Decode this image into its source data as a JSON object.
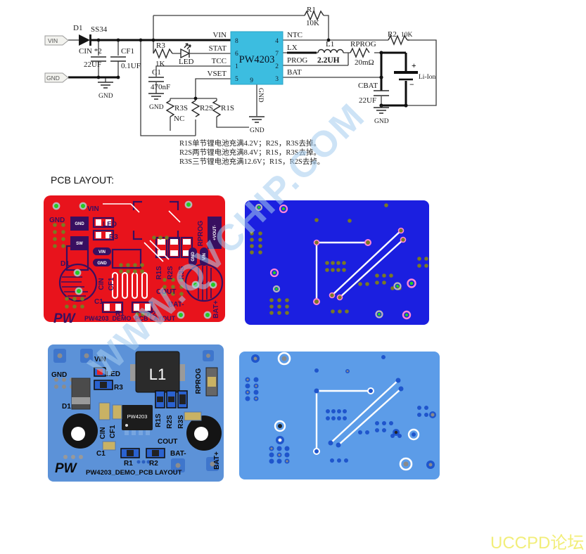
{
  "schematic": {
    "ports": {
      "vin": "VIN",
      "gnd": "GND"
    },
    "gnd_label": "GND",
    "components": {
      "d1": {
        "ref": "D1",
        "part": "SS34"
      },
      "cin": {
        "ref": "CIN *2",
        "value": "22UF"
      },
      "cf1": {
        "ref": "CF1",
        "value": "0.1UF"
      },
      "r1": {
        "ref": "R1",
        "value": "10K"
      },
      "r2": {
        "ref": "R2",
        "value": "10K"
      },
      "r3": {
        "ref": "R3",
        "value": "1K"
      },
      "led": {
        "ref": "LED"
      },
      "c1": {
        "ref": "C1",
        "value": "470nF"
      },
      "l1": {
        "ref": "L1",
        "value": "2.2UH"
      },
      "rprog": {
        "ref": "RPROG",
        "value": "20mΩ"
      },
      "cbat": {
        "ref": "CBAT",
        "value": "22UF"
      },
      "battery": {
        "type": "Li-Ion",
        "plus": "+",
        "minus": "−"
      },
      "r1s": {
        "ref": "R1S"
      },
      "r2s": {
        "ref": "R2S"
      },
      "r3s": {
        "ref": "R3S",
        "note": "NC"
      }
    },
    "chip": {
      "name": "PW4203",
      "left_pins": [
        {
          "label": "VIN",
          "num": "8"
        },
        {
          "label": "STAT",
          "num": "6"
        },
        {
          "label": "TCC",
          "num": "1"
        },
        {
          "label": "VSET",
          "num": "5"
        }
      ],
      "right_pins": [
        {
          "label": "NTC",
          "num": "4"
        },
        {
          "label": "LX",
          "num": "7"
        },
        {
          "label": "PROG",
          "num": "2"
        },
        {
          "label": "BAT",
          "num": "3"
        }
      ],
      "bottom_pin": {
        "label": "GND",
        "num": "9"
      }
    },
    "notes": [
      "R1S单节锂电池充满4.2V；R2S，R3S去掉。",
      "R2S两节锂电池充满8.4V；R1S，R3S去掉。",
      "R3S三节锂电池充满12.6V；R1S，R2S去掉。"
    ]
  },
  "pcb": {
    "section_title": "PCB LAYOUT:",
    "silkscreen_text": "PW4203_DEMO_PCB LAYOUT",
    "logo": "PW",
    "labels": {
      "vin": "VIN",
      "gnd": "GND",
      "led": "LED",
      "r3": "R3",
      "d1": "D1",
      "cin": "CIN",
      "cf1": "CF1",
      "c1": "C1",
      "r1": "R1",
      "r2": "R2",
      "r1s": "R1S",
      "r2s": "R2S",
      "r3s": "R3S",
      "cout": "COUT",
      "bat_minus": "BAT-",
      "bat_plus": "BAT+",
      "rprog": "RPROG",
      "l1": "L1",
      "chip": "PW4203"
    },
    "red_board_extras": {
      "gnd_pad": "GND",
      "sw_pad": "SW",
      "vout_pad": "+VOUT-",
      "vin_tag": "VIN",
      "gnd_tag": "GND"
    }
  },
  "watermark": "WWW.QVCHIP.COM",
  "footer": {
    "forum_text": "UCCPD论坛"
  },
  "colors": {
    "chip_fill": "#3cbde0",
    "board_red": "#e8131c",
    "silk_purple": "#380f60",
    "board_blue": "#1b1fe0",
    "board_assembly": "#5c92d8",
    "board_bottom": "#5c9ce8",
    "pad_green": "#22cc22",
    "pad_olive": "#7a7a22",
    "pad_ring_pink": "#ff6ad4",
    "watermark_blue": "#a6cdf0",
    "forum_yellow": "#f2ee7a"
  }
}
